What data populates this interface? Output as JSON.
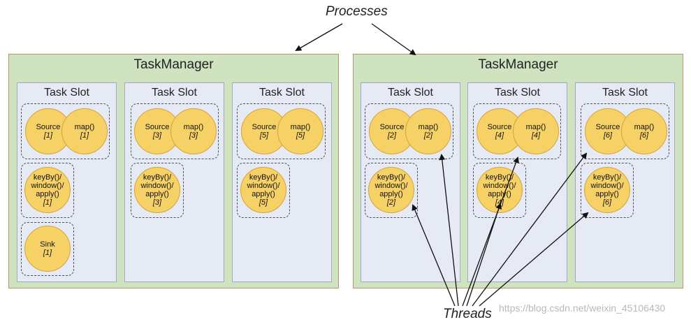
{
  "labels": {
    "processes": "Processes",
    "threads": "Threads"
  },
  "taskmanagers": [
    {
      "title": "TaskManager",
      "slots": [
        {
          "title": "Task Slot",
          "operators": [
            {
              "lines": [
                "Source"
              ],
              "index": "[1]"
            },
            {
              "lines": [
                "map()"
              ],
              "index": "[1]"
            },
            {
              "lines": [
                "keyBy()/",
                "window()/",
                "apply()"
              ],
              "index": "[1]"
            },
            {
              "lines": [
                "Sink"
              ],
              "index": "[1]"
            }
          ]
        },
        {
          "title": "Task Slot",
          "operators": [
            {
              "lines": [
                "Source"
              ],
              "index": "[3]"
            },
            {
              "lines": [
                "map()"
              ],
              "index": "[3]"
            },
            {
              "lines": [
                "keyBy()/",
                "window()/",
                "apply()"
              ],
              "index": "[3]"
            }
          ]
        },
        {
          "title": "Task Slot",
          "operators": [
            {
              "lines": [
                "Source"
              ],
              "index": "[5]"
            },
            {
              "lines": [
                "map()"
              ],
              "index": "[5]"
            },
            {
              "lines": [
                "keyBy()/",
                "window()/",
                "apply()"
              ],
              "index": "[5]"
            }
          ]
        }
      ]
    },
    {
      "title": "TaskManager",
      "slots": [
        {
          "title": "Task Slot",
          "operators": [
            {
              "lines": [
                "Source"
              ],
              "index": "[2]"
            },
            {
              "lines": [
                "map()"
              ],
              "index": "[2]"
            },
            {
              "lines": [
                "keyBy()/",
                "window()/",
                "apply()"
              ],
              "index": "[2]"
            }
          ]
        },
        {
          "title": "Task Slot",
          "operators": [
            {
              "lines": [
                "Source"
              ],
              "index": "[4]"
            },
            {
              "lines": [
                "map()"
              ],
              "index": "[4]"
            },
            {
              "lines": [
                "keyBy()/",
                "window()/",
                "apply()"
              ],
              "index": "[4]"
            }
          ]
        },
        {
          "title": "Task Slot",
          "operators": [
            {
              "lines": [
                "Source"
              ],
              "index": "[6]"
            },
            {
              "lines": [
                "map()"
              ],
              "index": "[6]"
            },
            {
              "lines": [
                "keyBy()/",
                "window()/",
                "apply()"
              ],
              "index": "[6]"
            }
          ]
        }
      ]
    }
  ],
  "watermark": "https://blog.csdn.net/weixin_45106430"
}
